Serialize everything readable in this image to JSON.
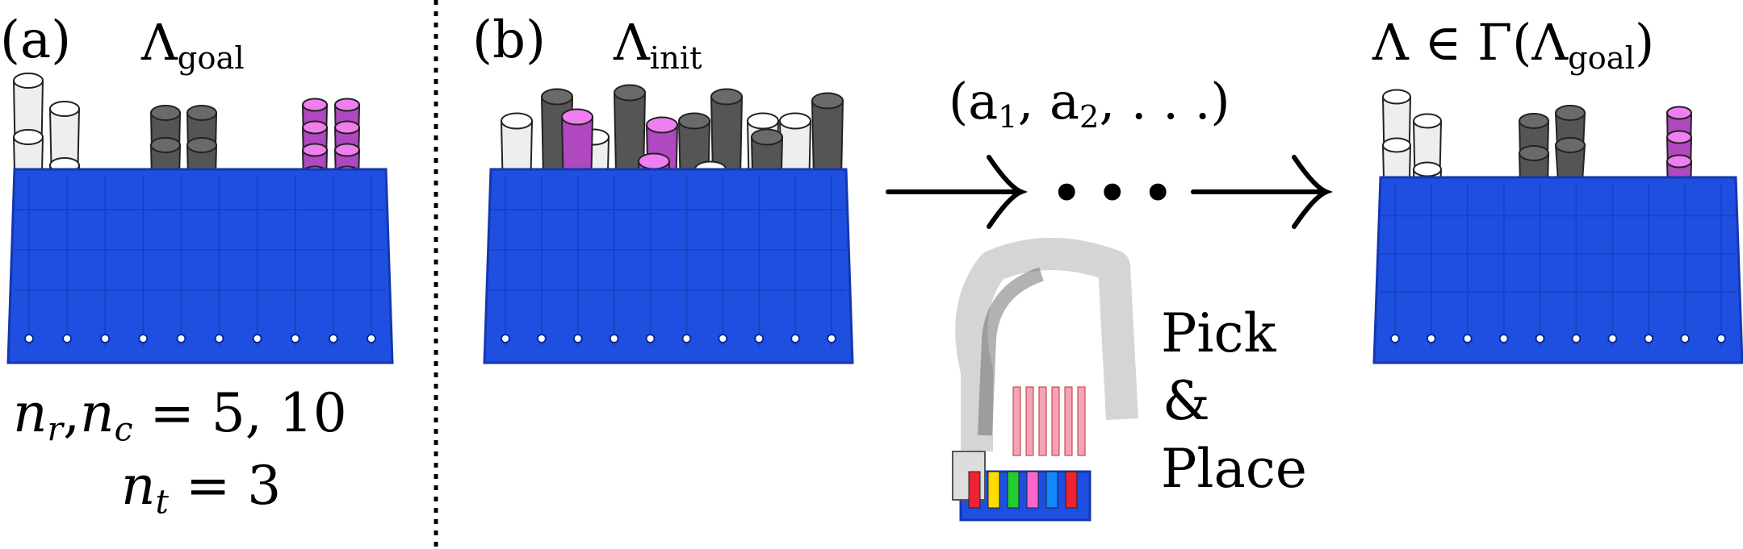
{
  "panel_a": {
    "label": "(a)",
    "title": "Λ",
    "title_sub": "goal",
    "param1_lhs_n1": "n",
    "param1_lhs_s1": "r",
    "param1_lhs_n2": "n",
    "param1_lhs_s2": "c",
    "param1_rhs": "= 5, 10",
    "param2_lhs_n": "n",
    "param2_lhs_s": "t",
    "param2_rhs": "= 3"
  },
  "panel_b": {
    "label": "(b)",
    "title": "Λ",
    "title_sub": "init",
    "action_sequence": "(a",
    "action_seq_s1": "1",
    "action_seq_mid": ", a",
    "action_seq_s2": "2",
    "action_seq_end": ", . . .)",
    "ellipsis": "•••",
    "robot_caption_line1": "Pick",
    "robot_caption_line2": "&",
    "robot_caption_line3": "Place",
    "result_title_a": "Λ ∈ Γ(Λ",
    "result_title_sub": "goal",
    "result_title_b": ")"
  },
  "colors": {
    "rack_blue": "#1f4fe0",
    "rack_blue_dark": "#1437b0",
    "tube_white": "#eeeeee",
    "tube_gray": "#555555",
    "tube_magenta": "#b048c0",
    "cap_magenta": "#f07ef0"
  }
}
